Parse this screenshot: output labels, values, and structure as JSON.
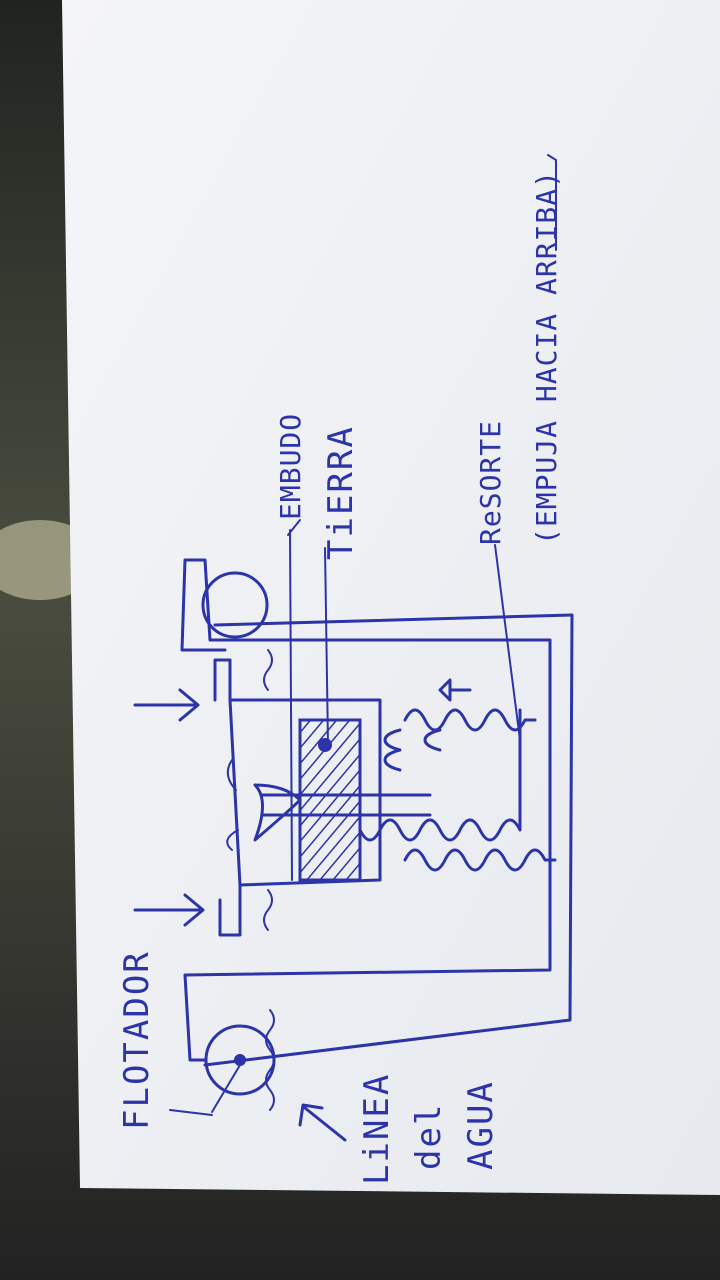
{
  "labels": {
    "flotador": "FLOTADOR",
    "linea": "LiNEA",
    "del": "del",
    "agua": "AGUA",
    "embudo": "EMBUDO",
    "tierra": "TiERRA",
    "resorte": "ReSORTE",
    "empuja": "(EMPUJA HACIA ARRIBA)"
  },
  "colors": {
    "ink": "#2b34a8",
    "paper": "#f1f3f6",
    "background": "#2e302a"
  }
}
